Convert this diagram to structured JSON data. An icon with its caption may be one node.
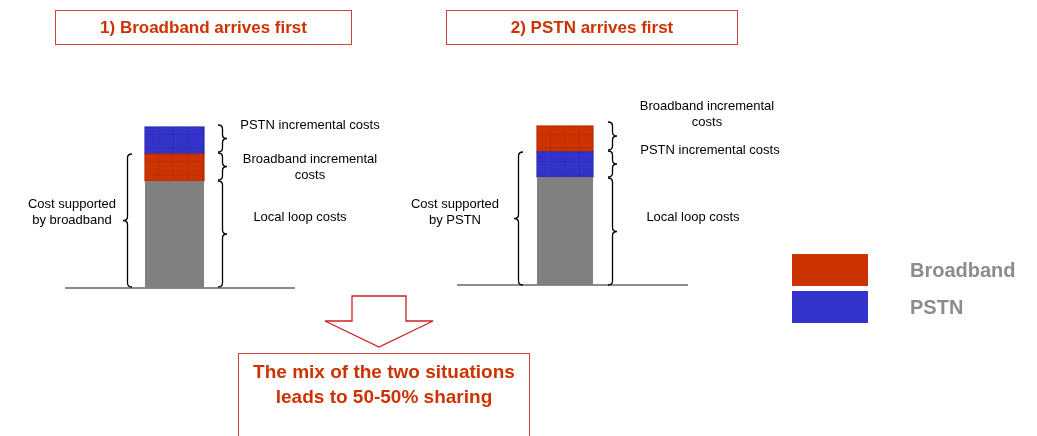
{
  "diagram": {
    "nodes": [
      {
        "text": [
          "1) Broadband arrives first"
        ]
      },
      {
        "text": [
          "2) PSTN arrives first"
        ]
      },
      {
        "text": [
          "The mix of the two situations leads to 50-50% sharing"
        ]
      }
    ],
    "edges": [
      {
        "from": null,
        "to": 2,
        "arrow": "to"
      }
    ],
    "labels": [
      "PSTN incremental costs",
      "Broadband incremental costs",
      "Cost supported by broadband",
      "Local loop costs",
      "Broadband incremental costs",
      "PSTN incremental costs",
      "Cost supported by PSTN",
      "Local loop costs"
    ],
    "legend": [
      {
        "text": "Broadband",
        "color": "#cc3300"
      },
      {
        "text": "PSTN",
        "color": "#3333cc"
      }
    ]
  }
}
